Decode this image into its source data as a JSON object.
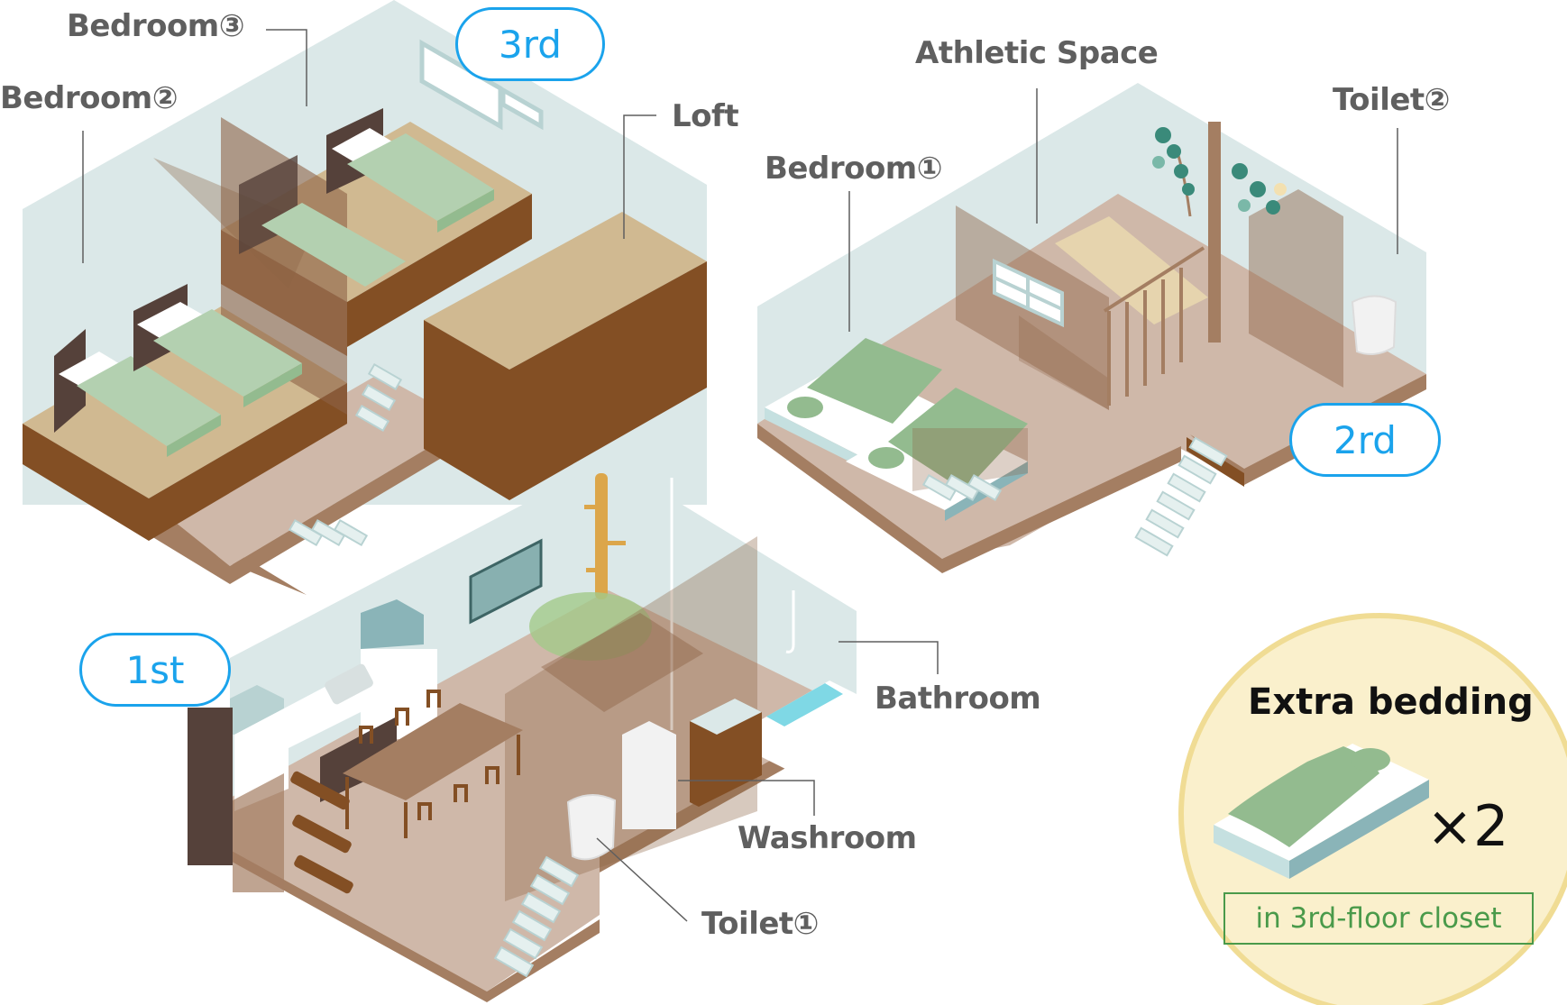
{
  "title": "Floor plan overview",
  "floors": {
    "third": {
      "badge": "3rd",
      "rooms": [
        {
          "label": "Bedroom③"
        },
        {
          "label": "Bedroom②"
        },
        {
          "label": "Loft"
        }
      ]
    },
    "second": {
      "badge": "2rd",
      "rooms": [
        {
          "label": "Athletic Space"
        },
        {
          "label": "Toilet②"
        },
        {
          "label": "Bedroom①"
        }
      ]
    },
    "first": {
      "badge": "1st",
      "rooms": [
        {
          "label": "Bathroom"
        },
        {
          "label": "Washroom"
        },
        {
          "label": "Toilet①"
        }
      ]
    }
  },
  "extra_bedding": {
    "title": "Extra bedding",
    "count": "×2",
    "location": "in 3rd-floor closet"
  },
  "colors": {
    "badge_blue": "#1aa3ec",
    "wall_glass": "#dbe8e8",
    "floor_wood": "#cfb8a9",
    "floor_edge": "#a47e62",
    "platform_dark": "#834f24",
    "platform_top": "#d0b991",
    "bed_green": "#93bb8f",
    "label_gray": "#5f5f5f",
    "circle_fill": "#faf0cc",
    "circle_stroke": "#f0dc94",
    "note_green": "#4a9a4a"
  }
}
